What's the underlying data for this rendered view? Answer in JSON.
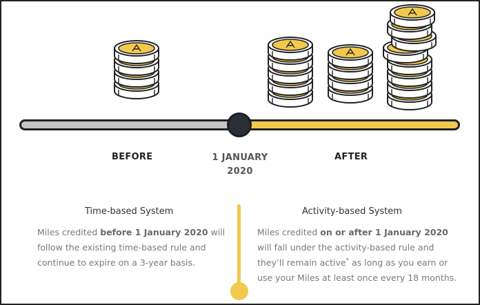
{
  "timeline": {
    "before_label": "BEFORE",
    "date_line1": "1 JANUARY",
    "date_line2": "2020",
    "after_label": "AFTER"
  },
  "colors": {
    "accent_yellow": "#f2c94c",
    "past_grey": "#c3c4c5",
    "outline": "#222222",
    "knob": "#2a2f36"
  },
  "coin_stacks": {
    "icon": "airline-logo-icon",
    "stacks": [
      {
        "name": "before-stack",
        "coins": 4
      },
      {
        "name": "after-stack-1",
        "coins": 5
      },
      {
        "name": "after-stack-2",
        "coins": 4
      },
      {
        "name": "after-stack-3",
        "coins": 8
      }
    ]
  },
  "left_column": {
    "heading": "Time-based System",
    "text_1": "Miles credited ",
    "text_bold": "before 1 January 2020",
    "text_2": " will follow the existing time-based rule and continue to expire on a 3-year basis."
  },
  "right_column": {
    "heading": "Activity-based System",
    "text_1": "Miles credited ",
    "text_bold": "on or after 1 January 2020",
    "text_2": " will fall under the activity-based rule and they’ll remain active",
    "footnote_mark": "*",
    "text_3": " as long as you earn or use your Miles at least once every 18 months."
  }
}
